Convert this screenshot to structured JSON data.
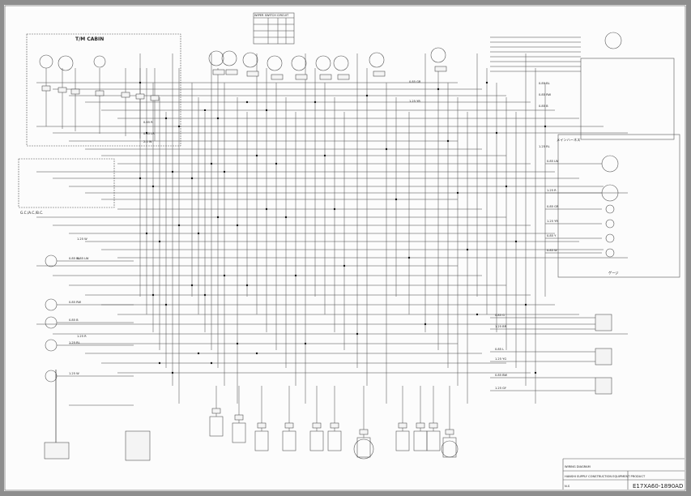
{
  "diagram": {
    "title": "T/M CABIN",
    "switch_table_title": "WIPER SWITCH CIRCUIT",
    "ground_label": "G.C./A.C./B.C.",
    "right_box_label": "メインハーネス",
    "gauge_label": "ゲージ",
    "title_block": {
      "model": "E17XA60-1890AD",
      "company": "HANSHI SUPPLY CONSTRUCTION EQUIPMENT PRODUCT",
      "drawing": "WIRING DIAGRAM",
      "scale": "N.S"
    }
  },
  "wire_labels": [
    "0.85 BL",
    "0.85 RW",
    "0.85 B",
    "1.25 RL",
    "1.25 W",
    "0.85 LW",
    "1.25 R",
    "0.85 GR",
    "1.25 YR",
    "0.85 Y",
    "0.85 W",
    "0.85 G",
    "1.25 BR",
    "0.85 L",
    "1.25 YG",
    "0.85 BW",
    "1.25 GY",
    "0.85 R",
    "0.85 LR",
    "2.0 W"
  ]
}
